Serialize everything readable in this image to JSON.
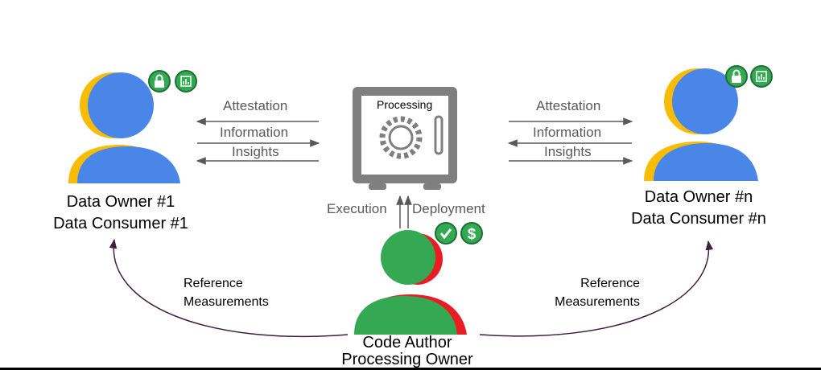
{
  "safe": {
    "title": "Processing"
  },
  "left_actor": {
    "line1": "Data Owner #1",
    "line2": "Data Consumer #1"
  },
  "right_actor": {
    "line1": "Data Owner #n",
    "line2": "Data Consumer #n"
  },
  "bottom_actor": {
    "line1": "Code Author",
    "line2": "Processing Owner"
  },
  "left_flows": {
    "attestation": "Attestation",
    "information": "Information",
    "insights": "Insights"
  },
  "right_flows": {
    "attestation": "Attestation",
    "information": "Information",
    "insights": "Insights"
  },
  "center_flows": {
    "execution": "Execution",
    "deployment": "Deployment"
  },
  "left_reference": {
    "line1": "Reference",
    "line2": "Measurements"
  },
  "right_reference": {
    "line1": "Reference",
    "line2": "Measurements"
  },
  "badges": {
    "left": [
      "lock-icon",
      "chart-icon"
    ],
    "right": [
      "lock-icon",
      "chart-icon"
    ],
    "bottom": [
      "checkmark-icon",
      "dollar-icon"
    ]
  },
  "colors": {
    "blue": "#4A86E8",
    "yellow": "#F9BC06",
    "green": "#34A853",
    "red": "#EA1C24",
    "dark_green": "#1D6F35",
    "safe_gray": "#7F7F7F",
    "curve": "#3F1F3F"
  }
}
